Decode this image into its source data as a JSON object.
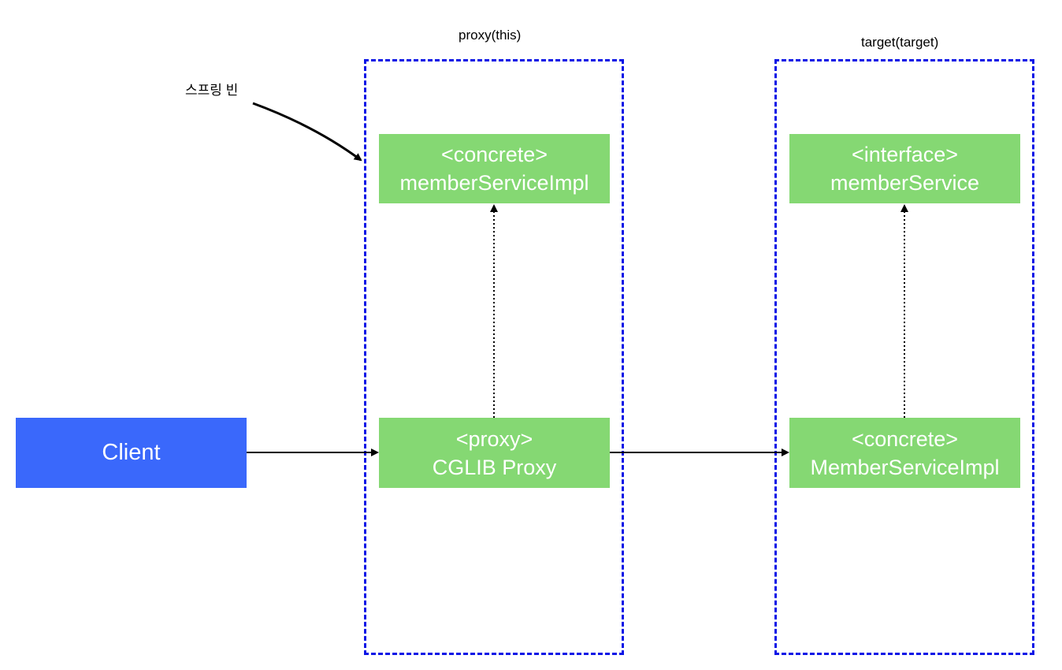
{
  "groups": {
    "proxy": {
      "title": "proxy(this)"
    },
    "target": {
      "title": "target(target)"
    }
  },
  "annotation": {
    "spring_bean": "스프링 빈"
  },
  "nodes": {
    "client": {
      "label": "Client"
    },
    "proxy_parent": {
      "stereotype": "<concrete>",
      "name": "memberServiceImpl"
    },
    "cglib_proxy": {
      "stereotype": "<proxy>",
      "name": "CGLIB Proxy"
    },
    "target_interface": {
      "stereotype": "<interface>",
      "name": "memberService"
    },
    "target_impl": {
      "stereotype": "<concrete>",
      "name": "MemberServiceImpl"
    }
  },
  "colors": {
    "group_border": "#0a14e6",
    "node_fill": "#85d873",
    "client_fill": "#3a68fb",
    "text_on_node": "#ffffff",
    "arrow": "#000000"
  }
}
